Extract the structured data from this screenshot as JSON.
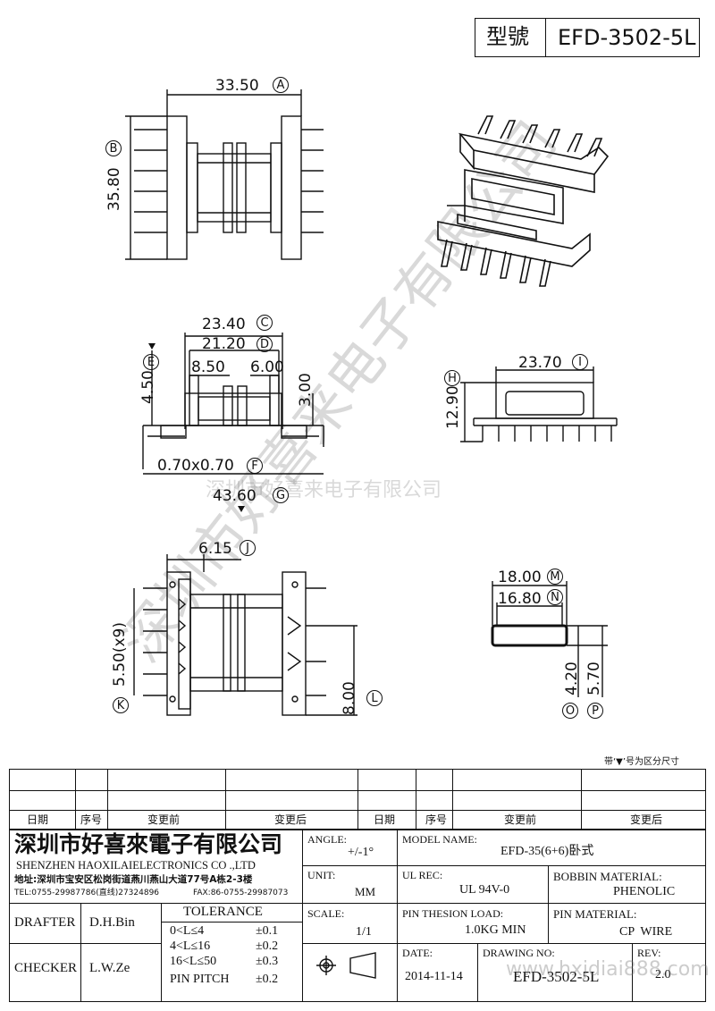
{
  "header": {
    "model_label": "型號",
    "model_value": "EFD-3502-5L"
  },
  "dimensions": {
    "A": {
      "value": "33.50",
      "letter": "A"
    },
    "B": {
      "value": "35.80",
      "letter": "B"
    },
    "C": {
      "value": "23.40",
      "letter": "C"
    },
    "D": {
      "value": "21.20",
      "letter": "D"
    },
    "E": {
      "value": "4.50",
      "letter": "E"
    },
    "e1": {
      "value": "8.50"
    },
    "e2": {
      "value": "6.00"
    },
    "e3": {
      "value": "3.00"
    },
    "F": {
      "value": "0.70x0.70",
      "letter": "F"
    },
    "G": {
      "value": "43.60",
      "letter": "G"
    },
    "H": {
      "value": "12.90",
      "letter": "H"
    },
    "I": {
      "value": "23.70",
      "letter": "I"
    },
    "J": {
      "value": "6.15",
      "letter": "J"
    },
    "K": {
      "value": "5.50(x9)",
      "letter": "K"
    },
    "L": {
      "value": "8.00",
      "letter": "L"
    },
    "M": {
      "value": "18.00",
      "letter": "M"
    },
    "N": {
      "value": "16.80",
      "letter": "N"
    },
    "O": {
      "value": "4.20",
      "letter": "O"
    },
    "P": {
      "value": "5.70",
      "letter": "P"
    }
  },
  "watermark": {
    "vertical": "深圳市好喜来电子有限公司",
    "horizontal": "深圳市好喜来电子有限公司",
    "url": "www.hxjdiai888.com"
  },
  "note": "带‘▼’号为区分尺寸",
  "revision_table": {
    "headers": [
      "日期",
      "序号",
      "变更前",
      "变更后",
      "日期",
      "序号",
      "变更前",
      "变更后"
    ]
  },
  "title_block": {
    "company_cn": "深圳市好喜來電子有限公司",
    "company_en": "SHENZHEN HAOXILAIELECTRONICS CO .,LTD",
    "address": "地址:深圳市宝安区松岗街道燕川燕山大道77号A栋2-3楼",
    "tel": "TEL:0755-29987786(直线)27324896",
    "fax": "FAX:86-0755-29987073",
    "angle_label": "ANGLE:",
    "angle_value": "+/-1°",
    "model_name_label": "MODEL NAME:",
    "model_name_value": "EFD-35(6+6)卧式",
    "unit_label": "UNIT:",
    "unit_value": "MM",
    "ul_rec_label": "UL REC:",
    "ul_rec_value": "UL 94V-0",
    "bobbin_material_label": "BOBBIN MATERIAL:",
    "bobbin_material_value": "PHENOLIC",
    "drafter_label": "DRAFTER",
    "drafter_value": "D.H.Bin",
    "tolerance_label": "TOLERANCE",
    "tolerance_rows": [
      {
        "range": "0<L≤4",
        "tol": "±0.1"
      },
      {
        "range": "4<L≤16",
        "tol": "±0.2"
      },
      {
        "range": "16<L≤50",
        "tol": "±0.3"
      },
      {
        "range": "PIN PITCH",
        "tol": "±0.2"
      }
    ],
    "scale_label": "SCALE:",
    "scale_value": "1/1",
    "pin_tension_label": "PIN THESION LOAD:",
    "pin_tension_value": "1.0KG MIN",
    "pin_material_label": "PIN MATERIAL:",
    "pin_material_value": "CP  WIRE",
    "checker_label": "CHECKER",
    "checker_value": "L.W.Ze",
    "date_label": "DATE:",
    "date_value": "2014-11-14",
    "drawing_no_label": "DRAWING NO:",
    "drawing_no_value": "EFD-3502-5L",
    "rev_label": "REV:",
    "rev_value": "2.0"
  }
}
